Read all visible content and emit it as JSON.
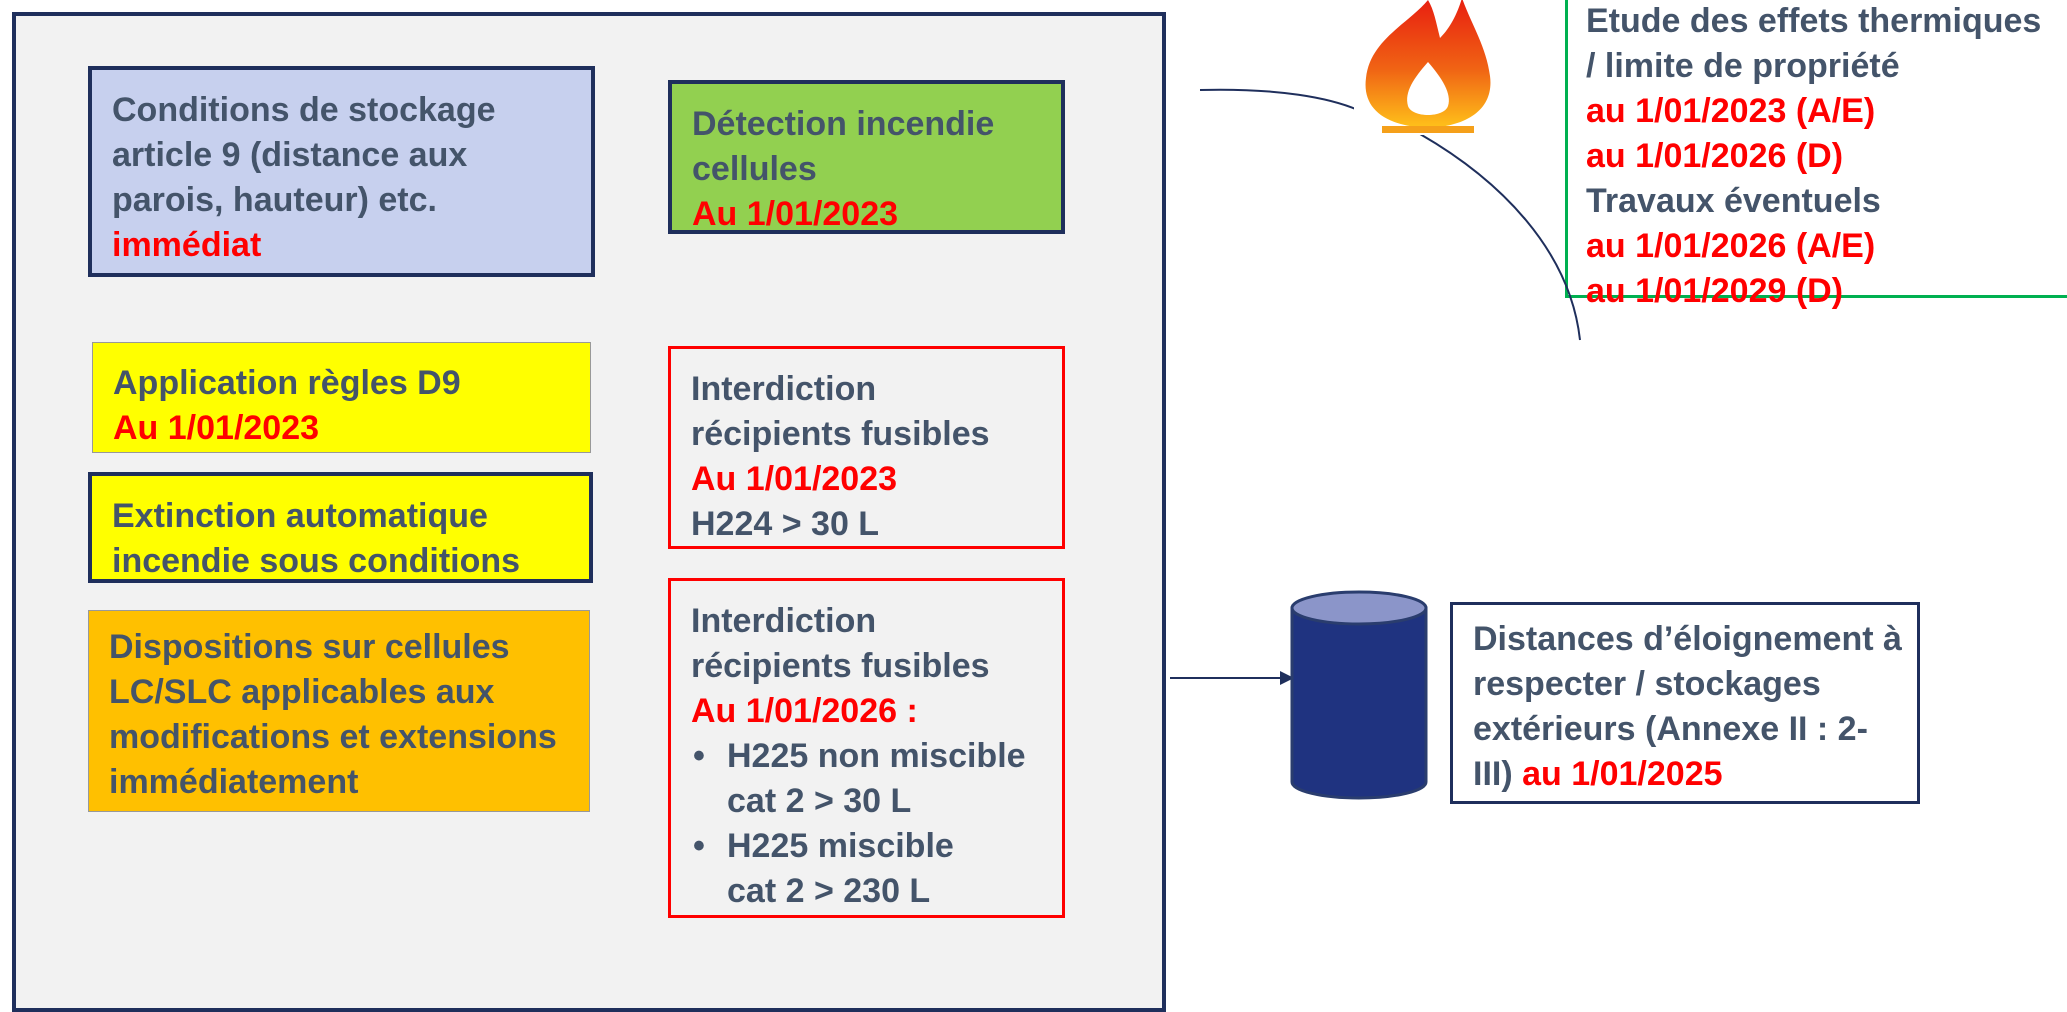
{
  "panel": {
    "storage": {
      "text": "Conditions de stockage article 9 (distance aux parois, hauteur) etc.",
      "deadline": "immédiat"
    },
    "detection": {
      "text": "Détection incendie cellules",
      "deadline": "Au 1/01/2023"
    },
    "d9": {
      "text": "Application règles D9",
      "deadline": "Au 1/01/2023"
    },
    "extinction": {
      "text": "Extinction automatique incendie sous conditions"
    },
    "lc_slc": {
      "text": "Dispositions sur cellules LC/SLC applicables aux modifications et extensions immédiatement"
    },
    "ban_1": {
      "text": "Interdiction récipients fusibles",
      "deadline": "Au 1/01/2023",
      "detail": "H224 > 30 L"
    },
    "ban_2": {
      "text": "Interdiction récipients fusibles",
      "deadline": "Au 1/01/2026 :",
      "items": [
        {
          "line1": "H225 non miscible",
          "line2": "cat 2 > 30 L"
        },
        {
          "line1": "H225 miscible",
          "line2": "cat 2 > 230 L"
        }
      ]
    }
  },
  "thermal": {
    "line1": "Etude des effets thermiques",
    "line2": "/ limite de propriété",
    "date1": "au 1/01/2023 (A/E)",
    "date2": "au 1/01/2026 (D)",
    "line3": "Travaux éventuels",
    "date3": "au 1/01/2026 (A/E)",
    "date4": "au 1/01/2029 (D)"
  },
  "distances": {
    "text": "Distances d’éloignement à respecter / stockages extérieurs (Annexe II : 2-III)",
    "deadline": "au 1/01/2025"
  },
  "icons": {
    "flame": "fire-icon",
    "tank": "storage-tank-icon"
  },
  "colors": {
    "deadline": "#ff0000",
    "text": "#44546a",
    "border": "#1f2f5c",
    "storage_fill": "#c7d0ee",
    "detection_fill": "#92d050",
    "yellow_fill": "#ffff00",
    "orange_fill": "#ffc000",
    "thermal_border": "#00b050",
    "tank_fill": "#1f3380"
  }
}
